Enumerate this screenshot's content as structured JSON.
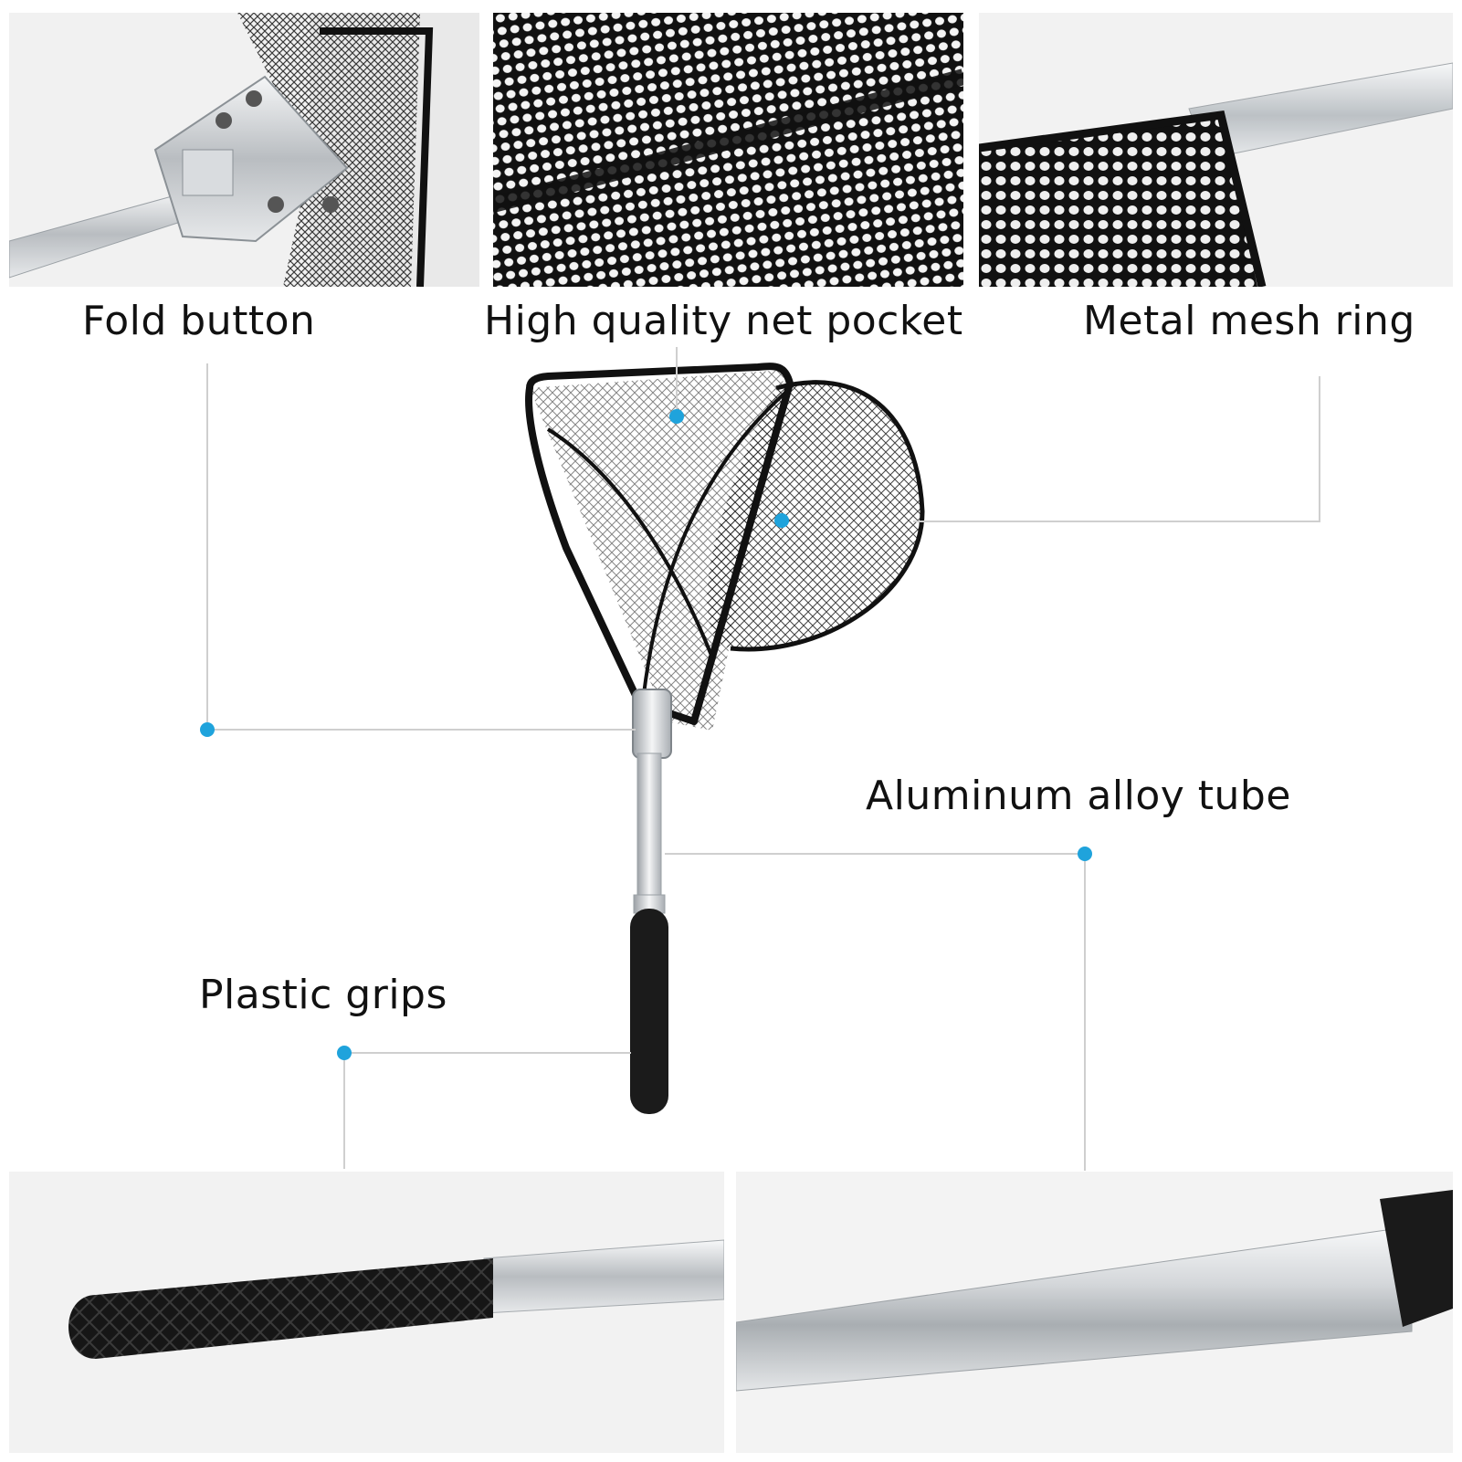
{
  "labels": {
    "fold_button": "Fold button",
    "net_pocket": "High quality net pocket",
    "mesh_ring": "Metal mesh ring",
    "alloy_tube": "Aluminum alloy tube",
    "plastic_grips": "Plastic grips"
  },
  "colors": {
    "dot": "#1fa3dc",
    "leader_line": "#cfcfcf",
    "mesh": "#111111",
    "metal": "#c9cdd1"
  }
}
